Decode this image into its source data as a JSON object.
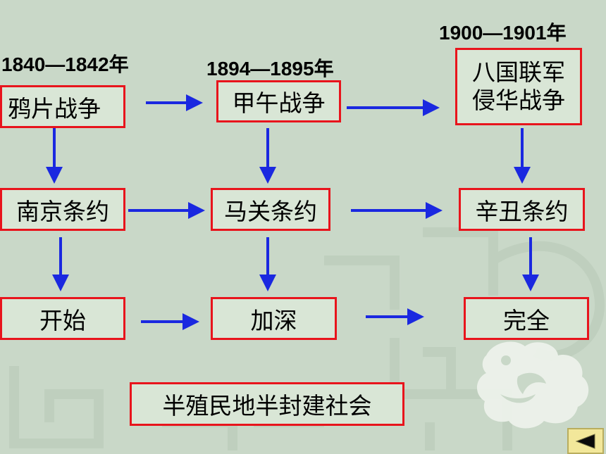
{
  "years": {
    "opium": "1840—1842年",
    "jiawu": "1894—1895年",
    "boxer": "1900—1901年"
  },
  "wars": {
    "opium": "鸦片战争",
    "jiawu": "甲午战争",
    "eight_nation_line1": "八国联军",
    "eight_nation_line2": "侵华战争"
  },
  "treaties": {
    "nanjing": "南京条约",
    "maguan": "马关条约",
    "xinchou": "辛丑条约"
  },
  "stages": {
    "begin": "开始",
    "deepen": "加深",
    "complete": "完全"
  },
  "conclusion": "半殖民地半封建社会",
  "colors": {
    "box_border": "#e8141c",
    "arrow": "#1a28e0",
    "background": "#c9d8c8"
  },
  "nav": {
    "icon": "back-triangle-icon"
  }
}
